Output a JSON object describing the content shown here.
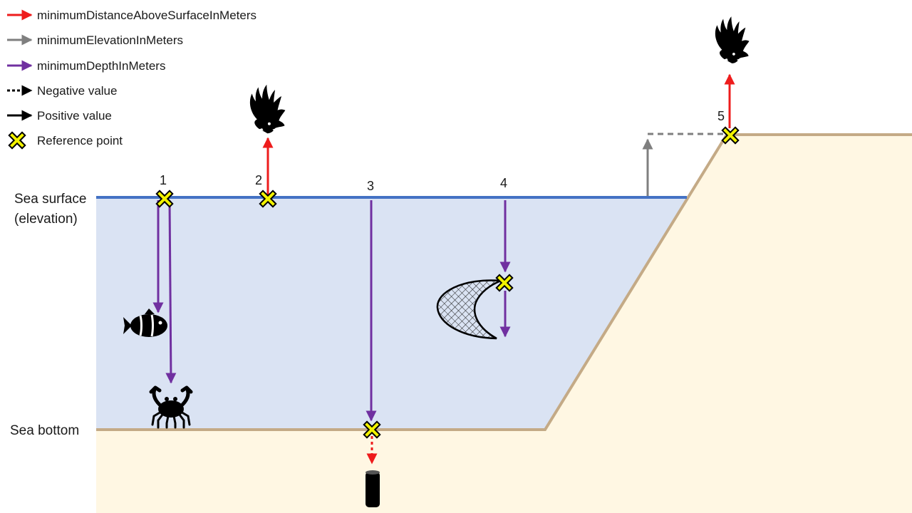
{
  "legend": [
    {
      "label": "minimumDistanceAboveSurfaceInMeters",
      "color": "#ee1c1c",
      "line": "solid"
    },
    {
      "label": "minimumElevationInMeters",
      "color": "#7f7f7f",
      "line": "solid"
    },
    {
      "label": "minimumDepthInMeters",
      "color": "#7030a0",
      "line": "solid"
    },
    {
      "label": "Negative value",
      "color": "#000000",
      "line": "dotted"
    },
    {
      "label": "Positive value",
      "color": "#000000",
      "line": "solid"
    },
    {
      "label": "Reference  point",
      "color": "#f2f200",
      "line": "marker"
    }
  ],
  "labels": {
    "sea_surface_line1": "Sea surface",
    "sea_surface_line2": "(elevation)",
    "sea_bottom": "Sea bottom"
  },
  "points": [
    "1",
    "2",
    "3",
    "4",
    "5"
  ],
  "colors": {
    "water": "#dae3f3",
    "surface": "#4472c4",
    "land": "#fff7e3",
    "ground_line": "#c4aa86",
    "red": "#ee1c1c",
    "grey": "#7f7f7f",
    "purple": "#7030a0",
    "marker_fill": "#f2f200"
  },
  "icons": [
    "fish-icon",
    "crab-icon",
    "eagle-icon",
    "eagle-icon",
    "net-icon",
    "pipe-icon"
  ]
}
